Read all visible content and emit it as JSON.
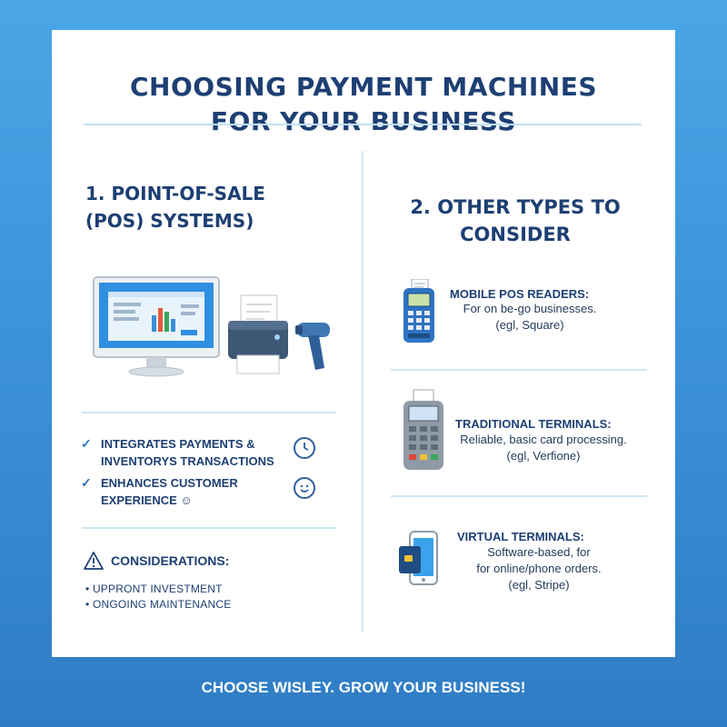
{
  "title": {
    "line1": "CHOOSING PAYMENT MACHINES",
    "line2": "FOR YOUR BUSINESS"
  },
  "pos_section": {
    "heading_line1": "1. POINT-OF-SALE",
    "heading_line2": "(POS) SYSTEMS)",
    "icons": [
      "monitor-icon",
      "receipt-printer-icon",
      "barcode-scanner-icon"
    ],
    "benefits": [
      {
        "line1": "INTEGRATES PAYMENTS &",
        "line2": "INVENTORYS TRANSACTIONS",
        "icon": "clock-icon"
      },
      {
        "line1": "ENHANCES CUSTOMER",
        "line2": "EXPERIENCE ☺",
        "icon": "smiley-icon"
      }
    ],
    "considerations": {
      "title": "CONSIDERATIONS:",
      "items": [
        "UPPRONT INVESTMENT",
        "ONGOING MAINTENANCE"
      ]
    }
  },
  "other_section": {
    "heading_line1": "2. OTHER TYPES TO",
    "heading_line2": "CONSIDER",
    "types": [
      {
        "title": "MOBILE POS READERS:",
        "line1": "For on be-go businesses.",
        "line2": "(egl, Square)",
        "icon": "mobile-pos-reader-icon"
      },
      {
        "title": "TRADITIONAL TERMINALS:",
        "line1": "Reliable, basic card processing.",
        "line2": "(egl, Verfione)",
        "icon": "card-terminal-icon"
      },
      {
        "title": "VIRTUAL TERMINALS:",
        "line1": "Software-based, for",
        "line2": "for online/phone orders.",
        "line3": "(egl, Stripe)",
        "icon": "smartphone-card-icon"
      }
    ]
  },
  "footer": "CHOOSE WISLEY. GROW YOUR BUSINESS!",
  "colors": {
    "background": "#3a8fd6",
    "heading": "#1d3f73",
    "accent": "#2b72b9",
    "divider": "#cfe5f3"
  }
}
